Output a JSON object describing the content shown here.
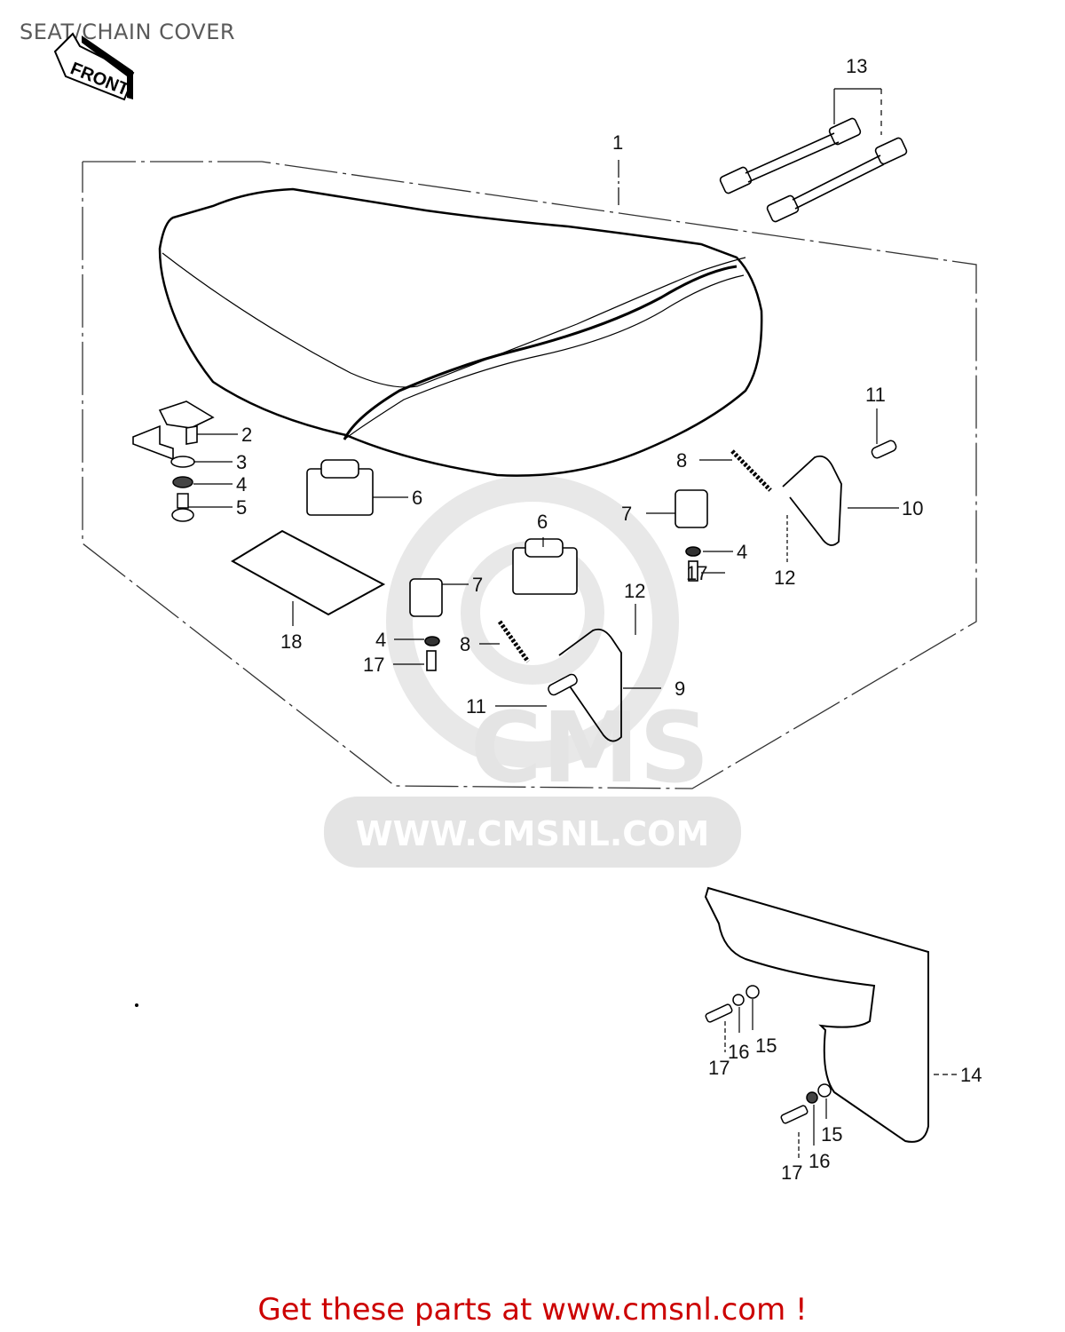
{
  "header": {
    "title": "SEAT/CHAIN COVER",
    "front_arrow_label": "FRONT"
  },
  "watermark": {
    "logo_text": "CMS",
    "url_text": "WWW.CMSNL.COM",
    "color": "#e6e6e6"
  },
  "callouts": [
    {
      "id": "c1",
      "number": "1",
      "part": "seat"
    },
    {
      "id": "c2",
      "number": "2",
      "part": "bracket"
    },
    {
      "id": "c3",
      "number": "3",
      "part": "washer"
    },
    {
      "id": "c4a",
      "number": "4",
      "part": "nut"
    },
    {
      "id": "c5",
      "number": "5",
      "part": "bolt"
    },
    {
      "id": "c6a",
      "number": "6",
      "part": "damper"
    },
    {
      "id": "c6b",
      "number": "6",
      "part": "damper"
    },
    {
      "id": "c7a",
      "number": "7",
      "part": "bracket"
    },
    {
      "id": "c7b",
      "number": "7",
      "part": "bracket"
    },
    {
      "id": "c8a",
      "number": "8",
      "part": "spring"
    },
    {
      "id": "c8b",
      "number": "8",
      "part": "spring"
    },
    {
      "id": "c4b",
      "number": "4",
      "part": "washer"
    },
    {
      "id": "c4c",
      "number": "4",
      "part": "washer"
    },
    {
      "id": "c9",
      "number": "9",
      "part": "hinge"
    },
    {
      "id": "c10",
      "number": "10",
      "part": "hinge"
    },
    {
      "id": "c11a",
      "number": "11",
      "part": "pin"
    },
    {
      "id": "c11b",
      "number": "11",
      "part": "pin"
    },
    {
      "id": "c12a",
      "number": "12",
      "part": "cotter pin"
    },
    {
      "id": "c12b",
      "number": "12",
      "part": "cotter pin"
    },
    {
      "id": "c13",
      "number": "13",
      "part": "seat straps"
    },
    {
      "id": "c14",
      "number": "14",
      "part": "chain cover"
    },
    {
      "id": "c15a",
      "number": "15",
      "part": "grommet"
    },
    {
      "id": "c15b",
      "number": "15",
      "part": "grommet"
    },
    {
      "id": "c16a",
      "number": "16",
      "part": "collar"
    },
    {
      "id": "c16b",
      "number": "16",
      "part": "collar"
    },
    {
      "id": "c17a",
      "number": "17",
      "part": "bolt"
    },
    {
      "id": "c17b",
      "number": "17",
      "part": "bolt"
    },
    {
      "id": "c17c",
      "number": "17",
      "part": "bolt"
    },
    {
      "id": "c17d",
      "number": "17",
      "part": "bolt"
    },
    {
      "id": "c18",
      "number": "18",
      "part": "tool pouch"
    }
  ],
  "labels": {
    "n1": "1",
    "n2": "2",
    "n3": "3",
    "n4a": "4",
    "n4b": "4",
    "n4c": "4",
    "n5": "5",
    "n6a": "6",
    "n6b": "6",
    "n7a": "7",
    "n7b": "7",
    "n8a": "8",
    "n8b": "8",
    "n9": "9",
    "n10": "10",
    "n11a": "11",
    "n11b": "11",
    "n12a": "12",
    "n12b": "12",
    "n13": "13",
    "n14": "14",
    "n15a": "15",
    "n15b": "15",
    "n16a": "16",
    "n16b": "16",
    "n17a": "17",
    "n17b": "17",
    "n17c": "17",
    "n17d": "17",
    "n18": "18"
  },
  "footer": {
    "cta_text": "Get these parts at www.cmsnl.com !",
    "color": "#cc0000"
  }
}
